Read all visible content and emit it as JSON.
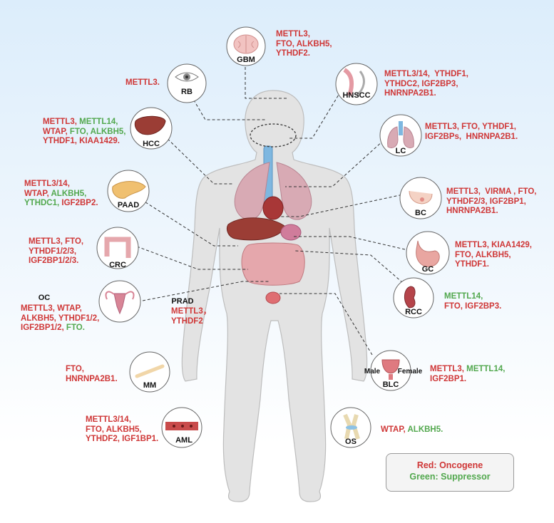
{
  "cancers": {
    "gbm": {
      "abbr": "GBM",
      "genes": [
        [
          {
            "t": "METTL3,",
            "c": "red"
          }
        ],
        [
          {
            "t": "FTO, ALKBH5,",
            "c": "red"
          }
        ],
        [
          {
            "t": "YTHDF2.",
            "c": "red"
          }
        ]
      ]
    },
    "rb": {
      "abbr": "RB",
      "genes": [
        [
          {
            "t": "METTL3.",
            "c": "red"
          }
        ]
      ]
    },
    "hnscc": {
      "abbr": "HNSCC",
      "genes": [
        [
          {
            "t": "METTL3/14,  YTHDF1,",
            "c": "red"
          }
        ],
        [
          {
            "t": "YTHDC2, IGF2BP3,",
            "c": "red"
          }
        ],
        [
          {
            "t": "HNRNPA2B1.",
            "c": "red"
          }
        ]
      ]
    },
    "hcc": {
      "abbr": "HCC",
      "genes": [
        [
          {
            "t": "METTL3, ",
            "c": "red"
          },
          {
            "t": "METTL14,",
            "c": "green"
          }
        ],
        [
          {
            "t": "WTAP, ",
            "c": "red"
          },
          {
            "t": "FTO, ALKBH5,",
            "c": "green"
          }
        ],
        [
          {
            "t": "YTHDF1, KIAA1429.",
            "c": "red"
          }
        ]
      ]
    },
    "lc": {
      "abbr": "LC",
      "genes": [
        [
          {
            "t": "METTL3, FTO, YTHDF1,",
            "c": "red"
          }
        ],
        [
          {
            "t": "IGF2BPs,  HNRNPA2B1.",
            "c": "red"
          }
        ]
      ]
    },
    "paad": {
      "abbr": "PAAD",
      "genes": [
        [
          {
            "t": "METTL3/14,",
            "c": "red"
          }
        ],
        [
          {
            "t": "WTAP, ",
            "c": "red"
          },
          {
            "t": "ALKBH5,",
            "c": "green"
          }
        ],
        [
          {
            "t": "YTHDC1, ",
            "c": "green"
          },
          {
            "t": "IGF2BP2.",
            "c": "red"
          }
        ]
      ]
    },
    "bc": {
      "abbr": "BC",
      "genes": [
        [
          {
            "t": "METTL3,  VIRMA , FTO,",
            "c": "red"
          }
        ],
        [
          {
            "t": "YTHDF2/3, IGF2BP1,",
            "c": "red"
          }
        ],
        [
          {
            "t": "HNRNPA2B1.",
            "c": "red"
          }
        ]
      ]
    },
    "crc": {
      "abbr": "CRC",
      "genes": [
        [
          {
            "t": "METTL3, FTO,",
            "c": "red"
          }
        ],
        [
          {
            "t": "YTHDF1/2/3,",
            "c": "red"
          }
        ],
        [
          {
            "t": "IGF2BP1/2/3.",
            "c": "red"
          }
        ]
      ]
    },
    "gc": {
      "abbr": "GC",
      "genes": [
        [
          {
            "t": "METTL3, KIAA1429,",
            "c": "red"
          }
        ],
        [
          {
            "t": "FTO, ALKBH5,",
            "c": "red"
          }
        ],
        [
          {
            "t": "YTHDF1.",
            "c": "red"
          }
        ]
      ]
    },
    "oc": {
      "abbr": "OC",
      "genes": [
        [
          {
            "t": "METTL3, WTAP,",
            "c": "red"
          }
        ],
        [
          {
            "t": "ALKBH5, YTHDF1/2,",
            "c": "red"
          }
        ],
        [
          {
            "t": "IGF2BP1/2, ",
            "c": "red"
          },
          {
            "t": "FTO.",
            "c": "green"
          }
        ]
      ]
    },
    "prad": {
      "abbr": "PRAD",
      "genes": [
        [
          {
            "t": "METTL3，",
            "c": "red"
          }
        ],
        [
          {
            "t": "YTHDF2",
            "c": "red"
          }
        ]
      ]
    },
    "rcc": {
      "abbr": "RCC",
      "genes": [
        [
          {
            "t": "METTL14,",
            "c": "green"
          }
        ],
        [
          {
            "t": "FTO, IGF2BP3.",
            "c": "red"
          }
        ]
      ]
    },
    "mm": {
      "abbr": "MM",
      "genes": [
        [
          {
            "t": "FTO,",
            "c": "red"
          }
        ],
        [
          {
            "t": "HNRNPA2B1.",
            "c": "red"
          }
        ]
      ]
    },
    "blc": {
      "abbr": "BLC",
      "male": "Male",
      "female": "Female",
      "genes": [
        [
          {
            "t": "METTL3, ",
            "c": "red"
          },
          {
            "t": "METTL14,",
            "c": "green"
          }
        ],
        [
          {
            "t": "IGF2BP1.",
            "c": "red"
          }
        ]
      ]
    },
    "aml": {
      "abbr": "AML",
      "genes": [
        [
          {
            "t": "METTL3/14,",
            "c": "red"
          }
        ],
        [
          {
            "t": "FTO, ALKBH5,",
            "c": "red"
          }
        ],
        [
          {
            "t": "YTHDF2, IGF1BP1.",
            "c": "red"
          }
        ]
      ]
    },
    "os": {
      "abbr": "OS",
      "genes": [
        [
          {
            "t": "WTAP, ",
            "c": "red"
          },
          {
            "t": "ALKBH5.",
            "c": "green"
          }
        ]
      ]
    }
  },
  "legend": {
    "red": "Red: Oncogene",
    "green": "Green: Suppressor"
  },
  "colors": {
    "oncogene": "#cf3737",
    "suppressor": "#52a84e",
    "body": "#e3e3e3",
    "body_outline": "#bdbdbd"
  }
}
